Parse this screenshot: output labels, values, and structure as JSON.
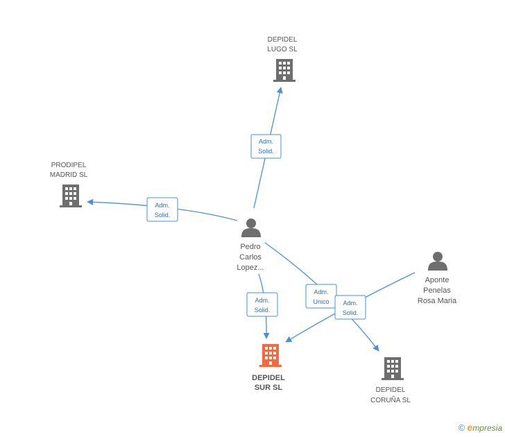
{
  "colors": {
    "edge": "#4a90d9",
    "building": "#6e6e6e",
    "building_main": "#f26a3d",
    "person": "#6e6e6e"
  },
  "companies": {
    "lugo": {
      "line1": "DEPIDEL",
      "line2": "LUGO SL"
    },
    "madrid": {
      "line1": "PRODIPEL",
      "line2": "MADRID SL"
    },
    "sur": {
      "line1": "DEPIDEL",
      "line2": "SUR SL"
    },
    "coruna": {
      "line1": "DEPIDEL",
      "line2": "CORUÑA SL"
    }
  },
  "persons": {
    "pedro": {
      "line1": "Pedro",
      "line2": "Carlos",
      "line3": "Lopez..."
    },
    "aponte": {
      "line1": "Aponte",
      "line2": "Penelas",
      "line3": "Rosa Maria"
    }
  },
  "badges": {
    "to_lugo": {
      "line1": "Adm.",
      "line2": "Solid."
    },
    "to_madrid": {
      "line1": "Adm.",
      "line2": "Solid."
    },
    "to_sur": {
      "line1": "Adm.",
      "line2": "Solid."
    },
    "to_coruna": {
      "line1": "Adm.",
      "line2": "Unico"
    },
    "aponte_sur": {
      "line1": "Adm.",
      "line2": "Solid."
    }
  },
  "footer": {
    "copyright": "©",
    "brand_e": "e",
    "brand_rest": "mpresia"
  }
}
